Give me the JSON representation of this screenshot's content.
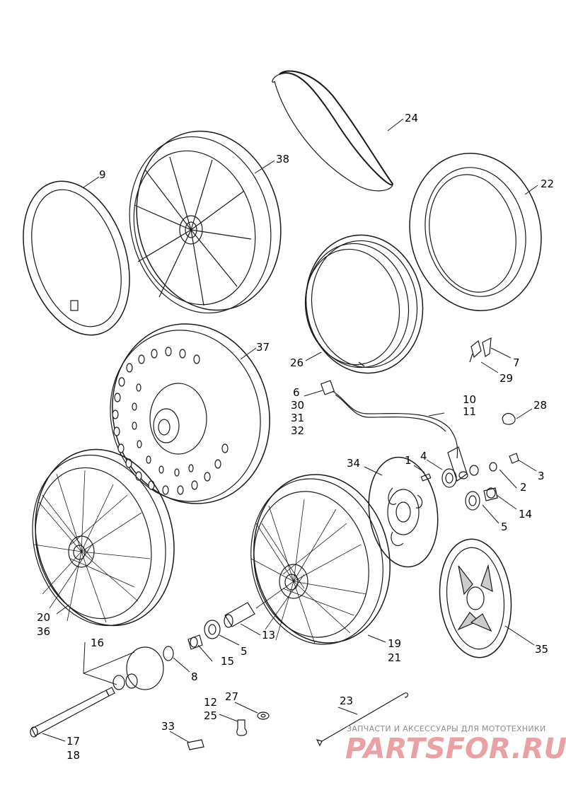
{
  "callouts": {
    "c1": "1",
    "c2": "2",
    "c3": "3",
    "c4": "4",
    "c5a": "5",
    "c5b": "5",
    "c6": "6",
    "c30": "30",
    "c31": "31",
    "c32": "32",
    "c7": "7",
    "c29": "29",
    "c8": "8",
    "c9": "9",
    "c10": "10",
    "c11": "11",
    "c12": "12",
    "c25": "25",
    "c13": "13",
    "c14": "14",
    "c15": "15",
    "c16": "16",
    "c17": "17",
    "c18": "18",
    "c19": "19",
    "c21": "21",
    "c20": "20",
    "c36": "36",
    "c22": "22",
    "c23": "23",
    "c24": "24",
    "c26": "26",
    "c27": "27",
    "c28": "28",
    "c33": "33",
    "c34": "34",
    "c35": "35",
    "c37": "37",
    "c38": "38"
  },
  "watermark": {
    "tagline": "ЗАПЧАСТИ И АКСЕССУАРЫ ДЛЯ МОТОТЕХНИКИ",
    "logo": "PARTSFOR.RU"
  }
}
